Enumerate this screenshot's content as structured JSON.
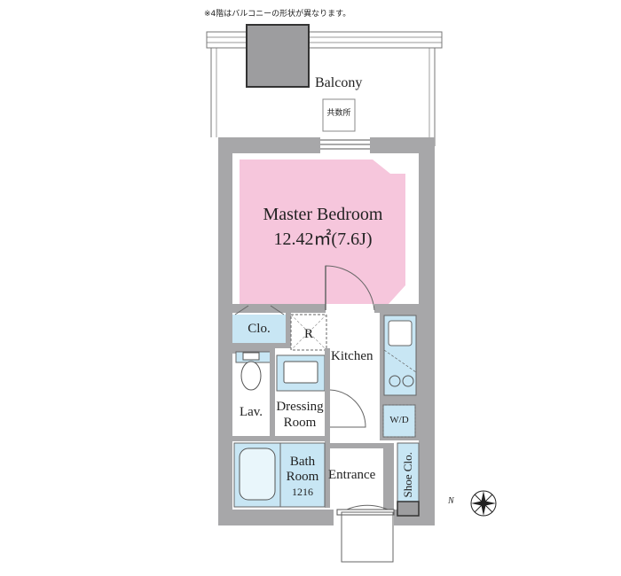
{
  "note": "※4階はバルコニーの形状が異なります。",
  "rooms": {
    "balcony": "Balcony",
    "balcony_shared": "共数所",
    "master_bedroom": "Master Bedroom",
    "master_bedroom_area": "12.42㎡(7.6J)",
    "closet": "Clo.",
    "fridge": "R",
    "kitchen": "Kitchen",
    "lavatory": "Lav.",
    "dressing_room_line1": "Dressing",
    "dressing_room_line2": "Room",
    "washer_dryer": "W/D",
    "bath_room_line1": "Bath",
    "bath_room_line2": "Room",
    "bath_room_size": "1216",
    "entrance": "Entrance",
    "shoe_closet": "Shoe Clo."
  },
  "compass": {
    "north_label": "N"
  },
  "colors": {
    "wall": "#a7a7a9",
    "wall_dark": "#8f8f92",
    "bedroom_floor": "#f6c6dc",
    "wet_area": "#c8e6f4",
    "duct": "#9d9d9f",
    "line": "#555555"
  }
}
